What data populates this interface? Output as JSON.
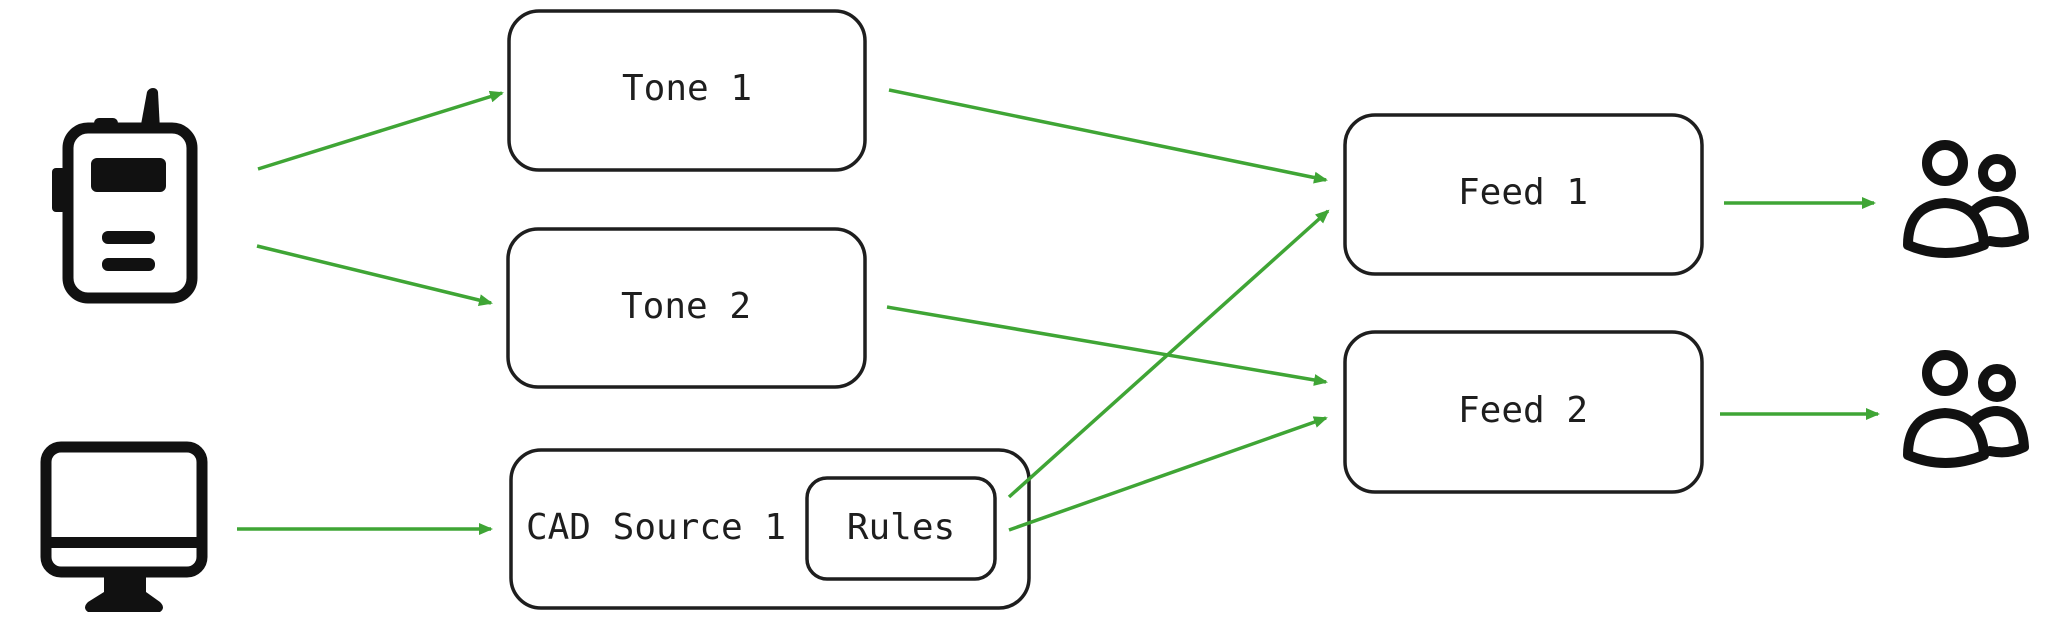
{
  "nodes": {
    "tone1": "Tone 1",
    "tone2": "Tone 2",
    "cad_source": "CAD Source 1",
    "rules": "Rules",
    "feed1": "Feed 1",
    "feed2": "Feed 2"
  },
  "icons": {
    "radio": "two-way-radio-icon",
    "computer": "computer-monitor-icon",
    "users": "user-group-icon"
  },
  "colors": {
    "arrow": "#3fa535",
    "stroke": "#1e1e1e"
  }
}
